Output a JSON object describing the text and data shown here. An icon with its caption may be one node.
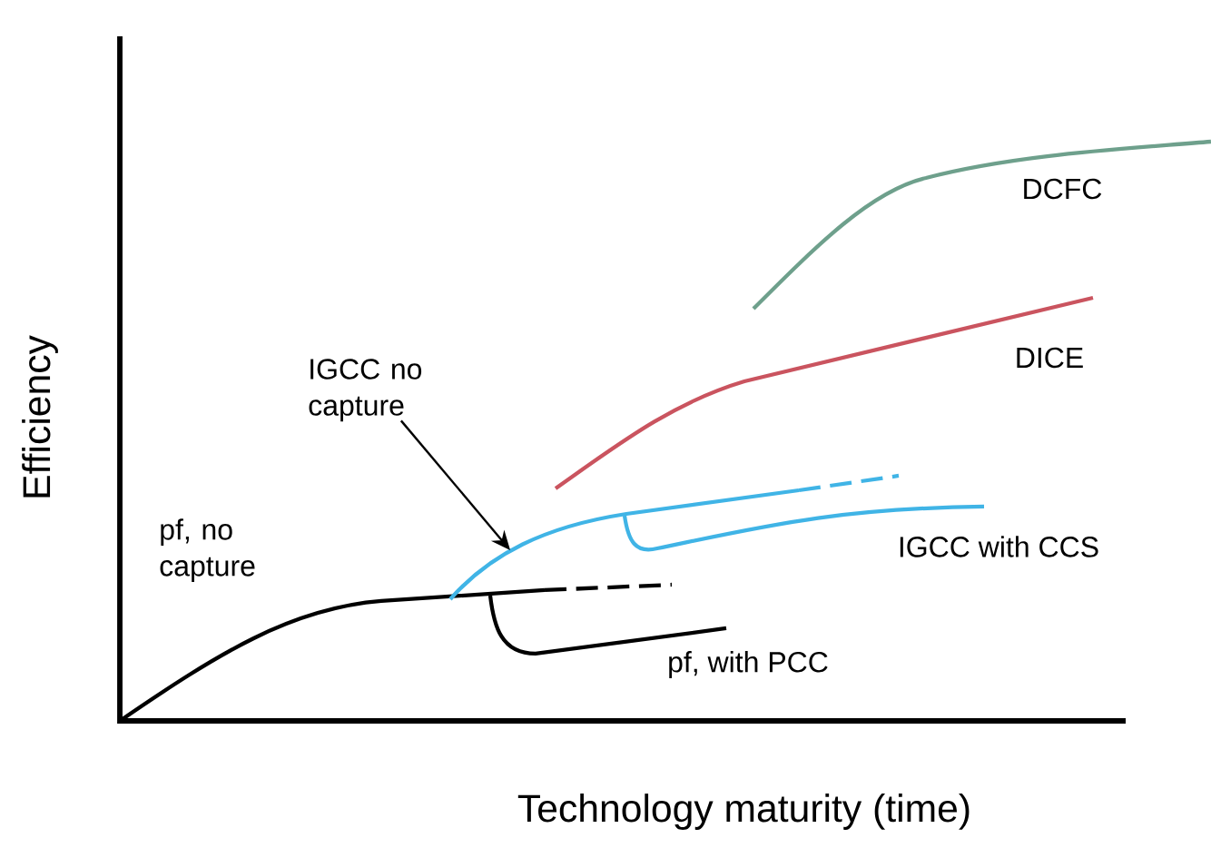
{
  "diagram": {
    "nodes": [
      {
        "text": [
          "IGCC no capture"
        ]
      },
      {
        "text": [],
        "shape": "curve"
      }
    ],
    "edges": [
      {
        "from": 0,
        "to": 1,
        "arrow": "to"
      }
    ],
    "labels": [
      "Efficiency",
      "DCFC",
      "DICE",
      "pf, no capture",
      "IGCC with CCS",
      "pf, with PCC",
      "Technology maturity (time)"
    ]
  }
}
